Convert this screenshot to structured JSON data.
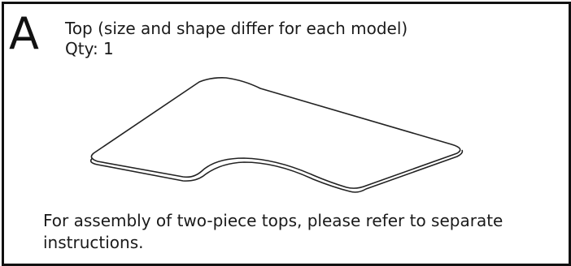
{
  "part": {
    "letter": "A",
    "name": "Top (size and shape differ for each model)",
    "quantity": "Qty: 1"
  },
  "note": "For assembly of two-piece tops, please refer to separate instructions.",
  "illustration": {
    "icon": "l-shaped-desktop-icon",
    "stroke_color": "#222222",
    "fill_color": "#ffffff"
  }
}
